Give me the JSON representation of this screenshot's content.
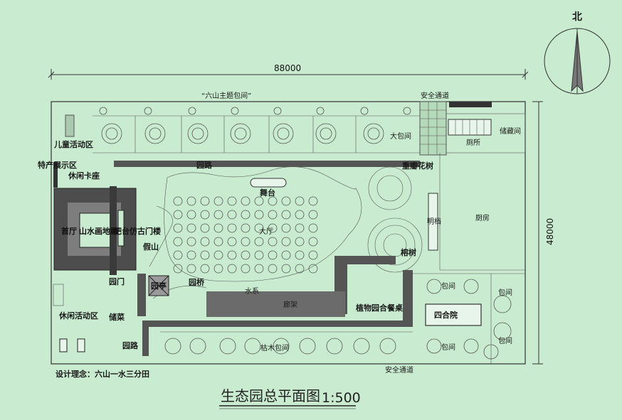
{
  "north_label": "北",
  "dimensions": {
    "width": "88000",
    "height": "48000"
  },
  "labels": {
    "theme_rooms": "“六山主题包间”",
    "safety_exit_top": "安全通道",
    "safety_exit_bottom": "安全通道",
    "big_room": "大包间",
    "storage": "储藏间",
    "toilet": "厕所",
    "kids_area": "儿童活动区",
    "specialty_show": "特产展示区",
    "leisure_booth": "休闲卡座",
    "garden_path_top": "园路",
    "cherry_tree": "重瓣花树",
    "stage": "舞台",
    "kitchen": "厨房",
    "corridor_right": "明档",
    "lobby": "首厅",
    "landscape": "山水画地雕",
    "pavilion_gate": "吧台仿古门楼",
    "rockery": "假山",
    "hall": "大厅",
    "banyan": "榕树",
    "garden_gate": "园门",
    "pavilion": "园亭",
    "garden_bridge": "园桥",
    "water": "水系",
    "leisure_area": "休闲活动区",
    "corridor": "廊架",
    "plant_tables": "植物园合餐桌",
    "courtyard": "四合院",
    "room_a": "包间",
    "room_b": "包间",
    "room_c": "包间",
    "room_d": "包间",
    "storage2": "储菜",
    "garden_path_bottom": "园路",
    "dry_wood_room": "枯木包间",
    "design_concept": "设计理念：六山一水三分田",
    "title": "生态园总平面图",
    "scale": "1:500"
  },
  "colors": {
    "background": "#c9ecd0",
    "lines": "#333333",
    "paths": "#555555"
  }
}
